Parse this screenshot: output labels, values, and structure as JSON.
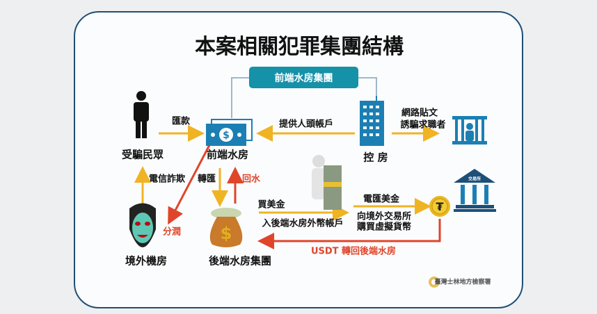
{
  "title": "本案相關犯罪集團結構",
  "group_box": "前端水房集團",
  "nodes": {
    "victims": "受騙民眾",
    "front_water_room": "前端水房",
    "control_room": "控 房",
    "offshore_room": "境外機房",
    "back_water_group": "後端水房集團",
    "exchange_icon_text": "交易所"
  },
  "edges": {
    "remit": "匯款",
    "provide_accounts": "提供人頭帳戶",
    "online_post_1": "網路貼文",
    "online_post_2": "誘騙求職者",
    "telecom_fraud": "電信詐欺",
    "profit_share": "分潤",
    "transfer": "轉匯",
    "return_water": "回水",
    "buy_usd_1": "買美金",
    "buy_usd_2": "入後端水房外幣帳戶",
    "wire_usd": "電匯美金",
    "buy_crypto_1": "向境外交易所",
    "buy_crypto_2": "購買虛擬貨幣",
    "usdt_return": "USDT 轉回後端水房"
  },
  "logo": "臺灣士林地方檢察署",
  "colors": {
    "frame": "#1d4f78",
    "teal": "#1591a8",
    "icon_blue": "#1b7fb3",
    "yellow": "#f0b323",
    "red": "#e0452a"
  }
}
